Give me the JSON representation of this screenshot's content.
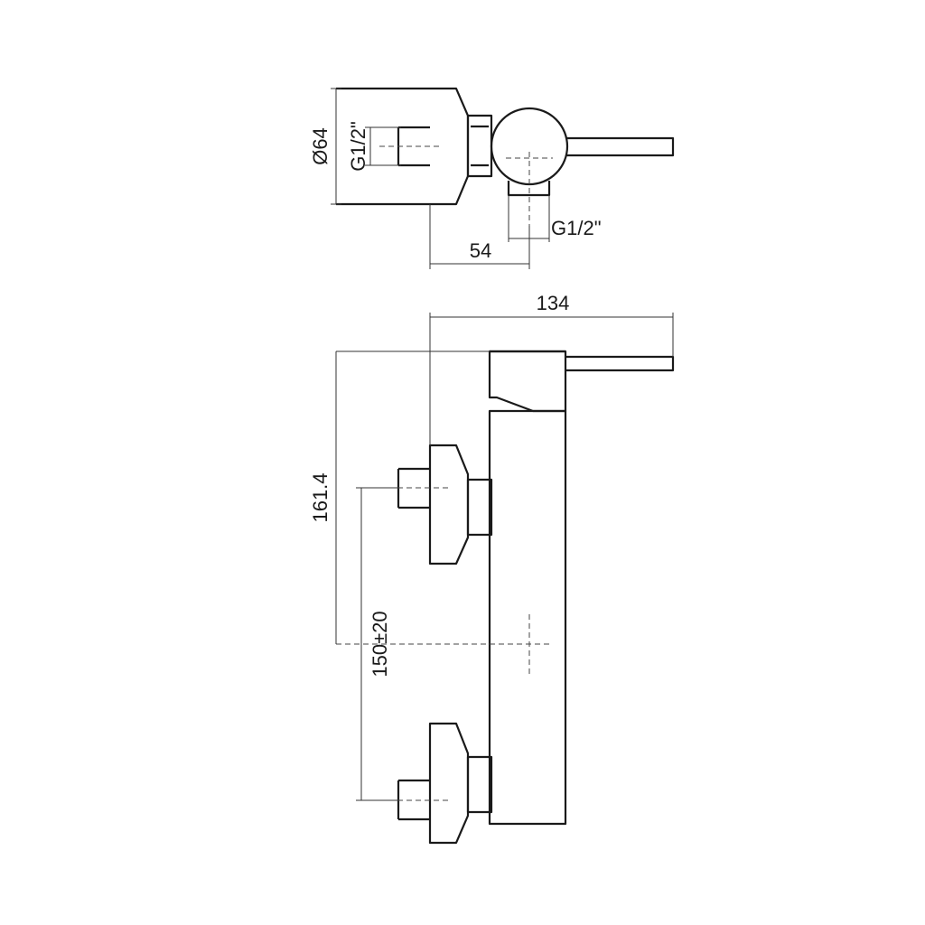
{
  "drawing": {
    "top_view": {
      "diameter_label": "Ø64",
      "thread_label_left": "G1/2\"",
      "thread_label_bottom": "G1/2\"",
      "offset_label": "54"
    },
    "front_view": {
      "width_label": "134",
      "height_label": "161.4",
      "spacing_label": "150±20"
    },
    "colors": {
      "line": "#1a1a1a",
      "background": "#ffffff"
    }
  }
}
